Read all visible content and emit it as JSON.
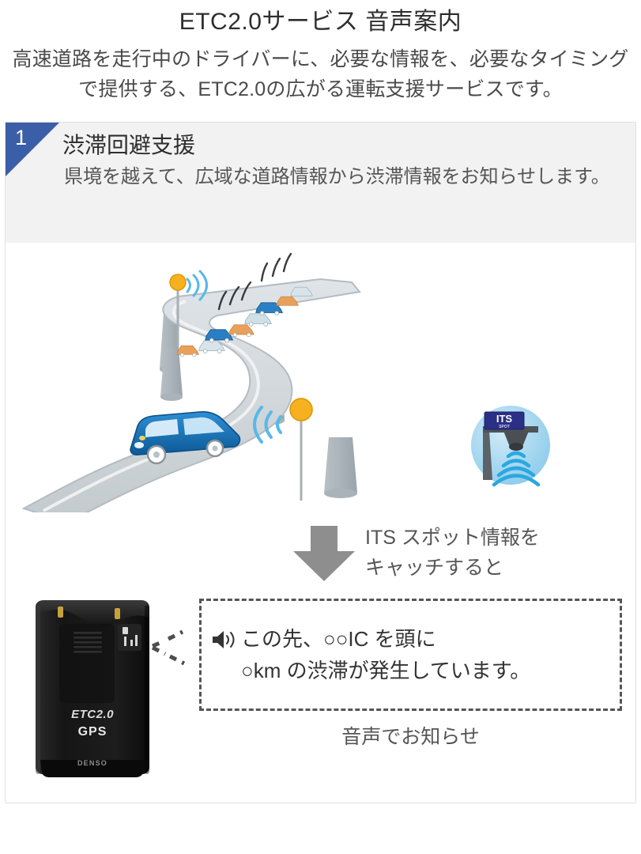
{
  "page": {
    "title": "ETC2.0サービス 音声案内",
    "description": "高速道路を走行中のドライバーに、必要な情報を、必要なタイミングで提供する、ETC2.0の広がる運転支援サービスです。"
  },
  "section": {
    "number": "1",
    "badge_color": "#3b5ea9",
    "header_bg": "#f2f2f2",
    "title": "渋滞回避支援",
    "description": "県境を越えて、広域な道路情報から渋滞情報をお知らせします。"
  },
  "illustration": {
    "road_alt": "highway-illustration",
    "car_color": "#1a72bd",
    "beacon_color": "#f7a81b",
    "road_color": "#c9cfd4",
    "its_spot": {
      "circle_color": "#9fd4ef",
      "sign_label": "ITS",
      "sign_sub": "SPOT",
      "sign_color": "#2b2f86",
      "wave_color": "#2aa8e0"
    }
  },
  "catch": {
    "arrow_color": "#8e8e8e",
    "caption": "ITS スポット情報を\nキャッチすると"
  },
  "device": {
    "body_color": "#1c1c1c",
    "label_etc": "ETC2.0",
    "label_gps": "GPS",
    "label_brand": "DENSO"
  },
  "bubble": {
    "border_color": "#555555",
    "speaker_icon": "speaker-icon",
    "text": "この先、○○IC を頭に\n○km の渋滞が発生しています。"
  },
  "voice_caption": "音声でお知らせ"
}
